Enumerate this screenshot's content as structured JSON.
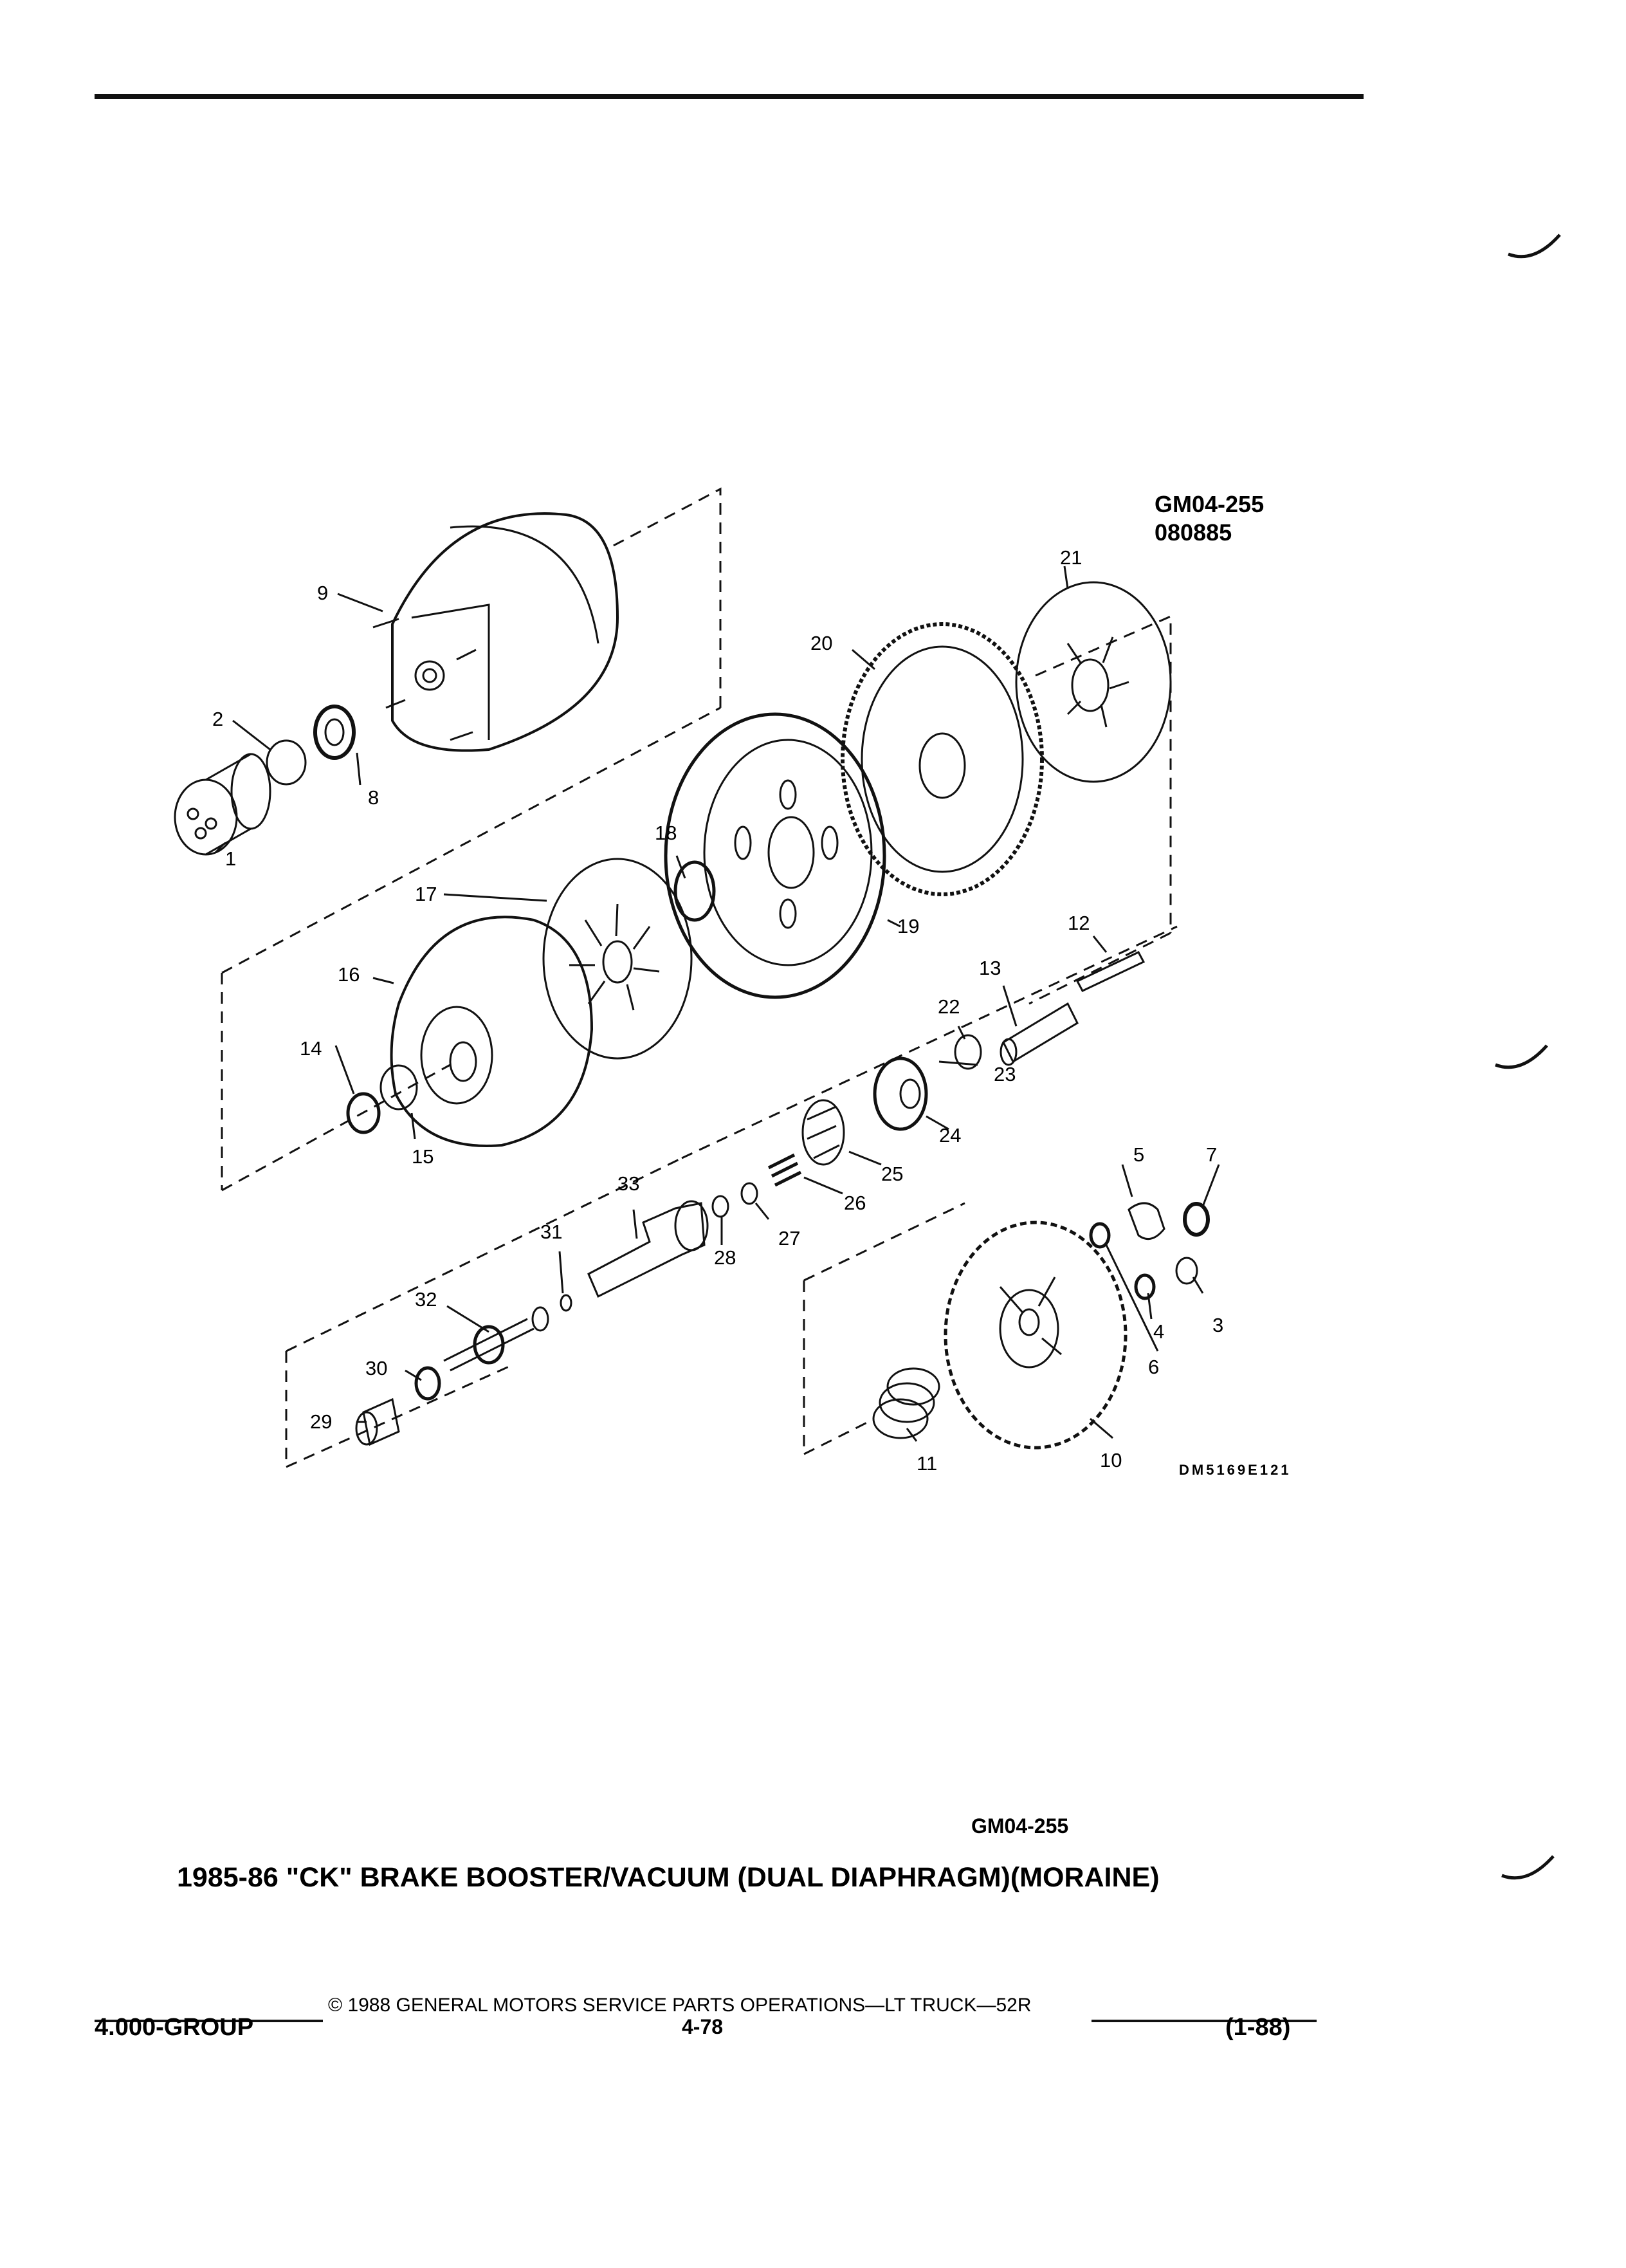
{
  "diagram": {
    "figure_code": "GM04-255",
    "figure_date": "080885",
    "drawing_code": "DM5169E121",
    "callouts": [
      "1",
      "2",
      "3",
      "4",
      "5",
      "6",
      "7",
      "8",
      "9",
      "10",
      "11",
      "12",
      "13",
      "14",
      "15",
      "16",
      "17",
      "18",
      "19",
      "20",
      "21",
      "22",
      "23",
      "24",
      "25",
      "26",
      "27",
      "28",
      "29",
      "30",
      "31",
      "32",
      "33"
    ]
  },
  "figure_id": "GM04-255",
  "caption": "1985-86 \"CK\" BRAKE BOOSTER/VACUUM (DUAL DIAPHRAGM)(MORAINE)",
  "footer": {
    "copyright": "© 1988 GENERAL MOTORS SERVICE PARTS OPERATIONS—LT TRUCK—52R",
    "group": "4.000-GROUP",
    "page": "4-78",
    "date": "(1-88)"
  }
}
